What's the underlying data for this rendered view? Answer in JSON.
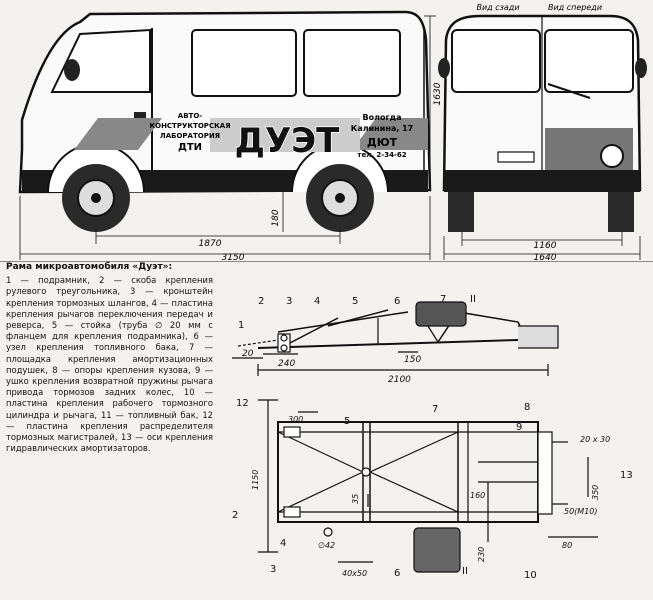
{
  "top": {
    "view_side_label": "Вид сзади",
    "view_front_label": "Вид спереди",
    "van_text": {
      "org_line1": "АВТО-",
      "org_line2": "КОНСТРУКТОРСКАЯ",
      "org_line3": "ЛАБОРАТОРИЯ",
      "org_line4": "ДТИ",
      "brand": "ДУЭТ",
      "addr_line1": "Вологда",
      "addr_line2": "Калинина, 17",
      "addr_line3": "ДЮТ",
      "addr_line4": "тел. 2-34-62"
    },
    "dims": {
      "height": "1630",
      "ground": "180",
      "wheelbase": "1870",
      "length": "3150",
      "track": "1160",
      "width": "1640"
    }
  },
  "caption": {
    "title": "Рама микроавтомобиля «Дуэт»:",
    "text": "1 — подрамник, 2 — скоба крепления рулевого треугольника, 3 — кронштейн крепления тормозных шлангов, 4 — пластина крепления рычагов переключения передач и реверса, 5 — стойка (труба ∅ 20 мм с фланцем для крепления подрамника), 6 — узел крепления топливного бака, 7 — площадка крепления амортизационных подушек, 8 — опоры крепления кузова, 9 — ушко крепления возвратной пружины рычага привода тормозов задних колес, 10 — пластина крепления рабочего тормозного цилиндра и рычага, 11 — топливный бак, 12 — пластина крепления распределителя тормозных магистралей, 13 — оси крепления гидравлических амортизаторов."
  },
  "frame_side": {
    "labels": [
      "1",
      "2",
      "3",
      "4",
      "5",
      "6",
      "7",
      "II"
    ],
    "dims": {
      "d20": "20",
      "d240": "240",
      "d150": "150",
      "d2100": "2100"
    }
  },
  "frame_plan": {
    "labels": [
      "12",
      "2",
      "3",
      "4",
      "5",
      "6",
      "7",
      "8",
      "9",
      "10",
      "13",
      "II"
    ],
    "dims": {
      "d300": "300",
      "d1150": "1150",
      "d35": "35",
      "d42": "∅42",
      "d40x50": "40x50",
      "d230": "230",
      "d160": "160",
      "d350": "350",
      "d20x30": "20 x 30",
      "d50m10": "50(M10)",
      "d80": "80"
    }
  }
}
